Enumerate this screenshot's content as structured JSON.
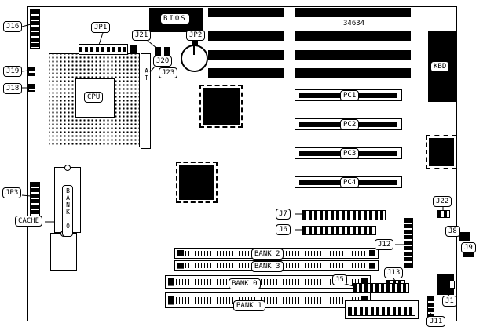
{
  "board": {
    "part_number": "34634"
  },
  "labels": {
    "j16": "J16",
    "jp1": "JP1",
    "j21": "J21",
    "bios": "BIOS",
    "jp2": "JP2",
    "j19": "J19",
    "j18": "J18",
    "j20": "J20",
    "j23": "J23",
    "at": "AT",
    "cpu": "CPU",
    "kbd": "KBD",
    "pc1": "PC1",
    "pc2": "PC2",
    "pc3": "PC3",
    "pc4": "PC4",
    "jp3": "JP3",
    "cache": "CACHE",
    "bank0_cache": "BANK 0",
    "j7": "J7",
    "j6": "J6",
    "j22": "J22",
    "j8": "J8",
    "j9": "J9",
    "j12": "J12",
    "bank2": "BANK 2",
    "bank3": "BANK 3",
    "bank0": "BANK 0",
    "bank1": "BANK 1",
    "j13": "J13",
    "j5": "J5",
    "j1": "J1",
    "j11": "J11"
  }
}
